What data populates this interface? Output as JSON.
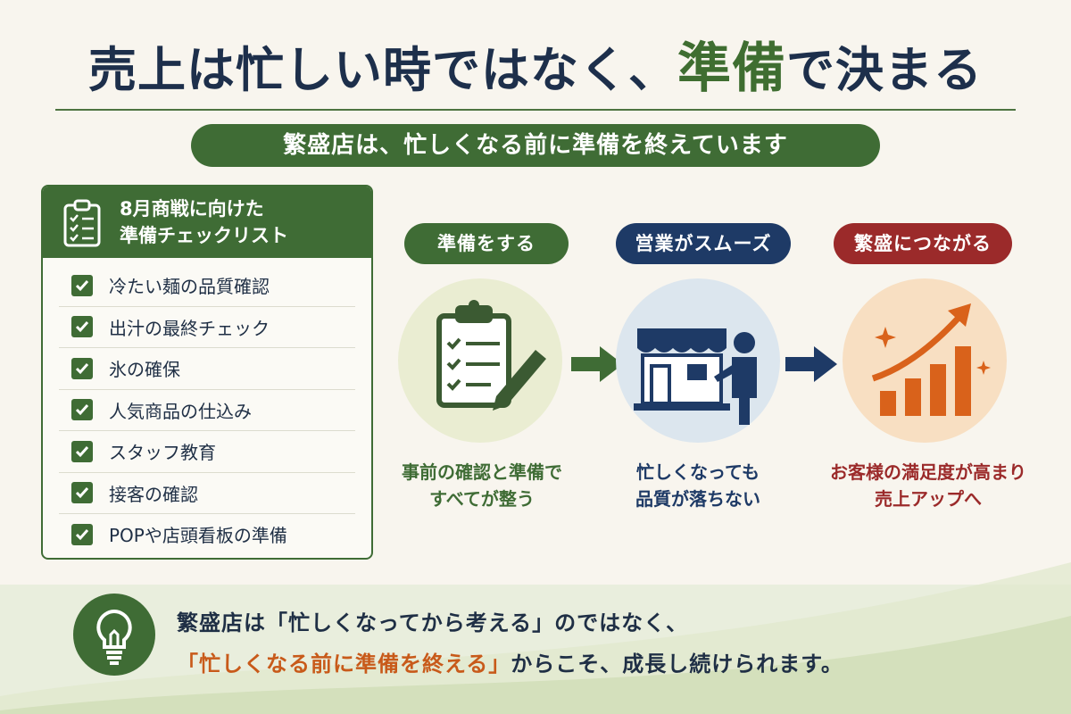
{
  "headline": {
    "pre": "売上は忙しい時ではなく、",
    "accent": "準備",
    "post": "で決まる"
  },
  "subtitle": "繁盛店は、忙しくなる前に準備を終えています",
  "checklist": {
    "title_line1": "8月商戦に向けた",
    "title_line2": "準備チェックリスト",
    "items": [
      "冷たい麺の品質確認",
      "出汁の最終チェック",
      "氷の確保",
      "人気商品の仕込み",
      "スタッフ教育",
      "接客の確認",
      "POPや店頭看板の準備"
    ]
  },
  "steps": [
    {
      "label": "準備をする",
      "caption_line1": "事前の確認と準備で",
      "caption_line2": "すべてが整う",
      "icon": "clipboard-checklist-icon",
      "color": "#3f6c35"
    },
    {
      "label": "営業がスムーズ",
      "caption_line1": "忙しくなっても",
      "caption_line2": "品質が落ちない",
      "icon": "storefront-staff-icon",
      "color": "#1e3a66"
    },
    {
      "label": "繁盛につながる",
      "caption_line1": "お客様の満足度が高まり",
      "caption_line2": "売上アップへ",
      "icon": "growth-chart-icon",
      "color": "#9b2a2a"
    }
  ],
  "message": {
    "line1": "繁盛店は「忙しくなってから考える」のではなく、",
    "line2_highlight": "「忙しくなる前に準備を終える」",
    "line2_rest": "からこそ、成長し続けられます。",
    "icon": "lightbulb-icon"
  },
  "colors": {
    "green": "#3f6c35",
    "navy": "#1e3a66",
    "red": "#9b2a2a",
    "orange": "#c85a1a"
  }
}
